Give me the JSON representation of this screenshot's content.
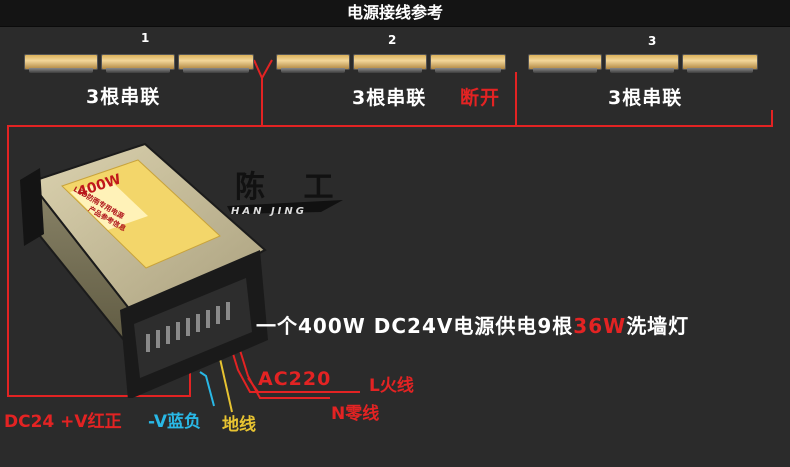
{
  "title": "电源接线参考",
  "groups": [
    {
      "number": "1",
      "label": "3根串联"
    },
    {
      "number": "2",
      "label": "3根串联"
    },
    {
      "number": "3",
      "label": "3根串联"
    }
  ],
  "break_label": "断开",
  "logo": {
    "chinese": "陈 工",
    "english": "HAN JING"
  },
  "power_supply": {
    "wattage": "400W",
    "label_line1": "LED防雨专用电源",
    "label_line2": "产品参考信息"
  },
  "summary": {
    "prefix": "一个400W DC24V电源供电9根",
    "highlight": "36W",
    "suffix": "洗墙灯"
  },
  "wire_labels": {
    "ac": "AC220",
    "live": "L火线",
    "neutral": "N零线",
    "positive": "DC24 +V红正",
    "negative": "-V蓝负",
    "ground": "地线"
  },
  "colors": {
    "background": "#2b2b2b",
    "wire_red": "#e32323",
    "wire_blue": "#29b8e6",
    "wire_yellow": "#e7c331"
  }
}
